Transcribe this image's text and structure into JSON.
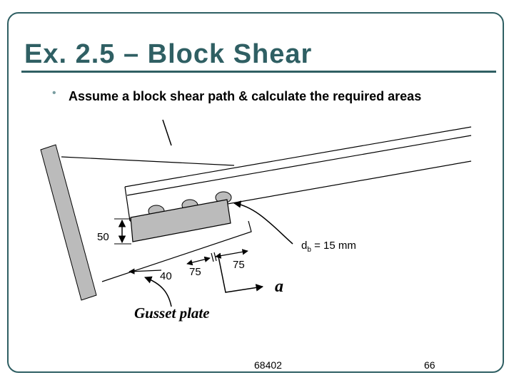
{
  "slide": {
    "title": "Ex. 2.5 – Block Shear",
    "bullet": "Assume a block shear path & calculate the required areas",
    "footer_code": "68402",
    "page_number": "66",
    "accent_color": "#2f5f63"
  },
  "diagram": {
    "dim_50": "50",
    "dim_40": "40",
    "dim_75_a": "75",
    "dim_75_b": "75",
    "db_symbol": "d",
    "db_subscript": "b",
    "db_value": " = 15 mm",
    "section_label": "a",
    "gusset_label": "Gusset plate"
  }
}
